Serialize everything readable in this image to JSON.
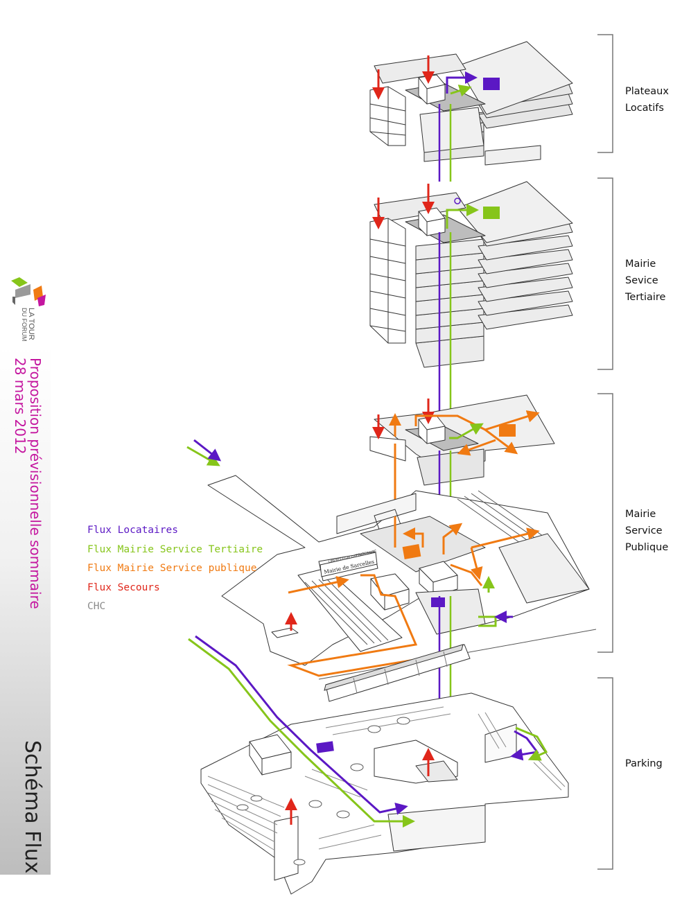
{
  "title": "Schéma Flux",
  "subtitle_line1": "Proposition prévisionnelle sommaire",
  "subtitle_line2": "28 mars 2012",
  "logo": {
    "line1": "LA TOUR",
    "line2": "DU FORUM"
  },
  "legend": [
    {
      "label": "Flux Locataires",
      "color": "#5b18c4"
    },
    {
      "label": "Flux Mairie Service Tertiaire",
      "color": "#86c51a"
    },
    {
      "label": "Flux Mairie Service publique",
      "color": "#f07a12"
    },
    {
      "label": "Flux Secours",
      "color": "#e0261a"
    },
    {
      "label": "CHC",
      "color": "#8a8a8a"
    }
  ],
  "zones": [
    {
      "lines": [
        "Plateaux",
        "Locatifs"
      ]
    },
    {
      "lines": [
        "Mairie",
        "Sevice",
        "Tertiaire"
      ]
    },
    {
      "lines": [
        "Mairie",
        "Service",
        "Publique"
      ]
    },
    {
      "lines": [
        "Parking"
      ]
    }
  ],
  "sign": {
    "header": [
      "LIBERTÉ",
      "ÉGALITÉ",
      "FRATERNITÉ"
    ],
    "name": "Mairie de Sarcelles"
  }
}
